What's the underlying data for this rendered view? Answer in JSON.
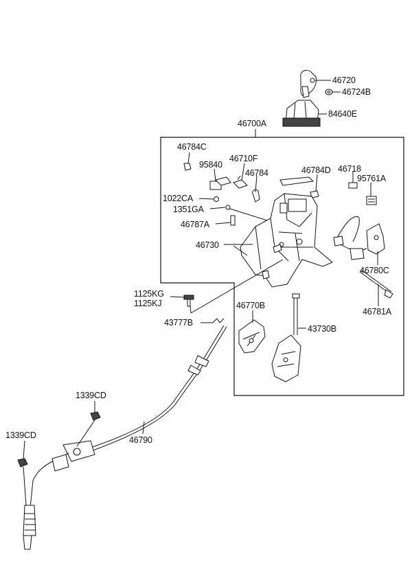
{
  "labels": {
    "p46720": "46720",
    "p46724B": "46724B",
    "p84640E": "84640E",
    "p46700A": "46700A",
    "p46784C": "46784C",
    "p46710F": "46710F",
    "p95840": "95840",
    "p46784": "46784",
    "p46784D": "46784D",
    "p46718": "46718",
    "p95761A": "95761A",
    "p1022CA": "1022CA",
    "p1351GA": "1351GA",
    "p46787A": "46787A",
    "p46730": "46730",
    "p46780C": "46780C",
    "p46781A": "46781A",
    "p1125KG": "1125KG",
    "p1125KJ": "1125KJ",
    "p46770B": "46770B",
    "p43777B": "43777B",
    "p43730B": "43730B",
    "p1339CD_a": "1339CD",
    "p1339CD_b": "1339CD",
    "p46790": "46790"
  }
}
